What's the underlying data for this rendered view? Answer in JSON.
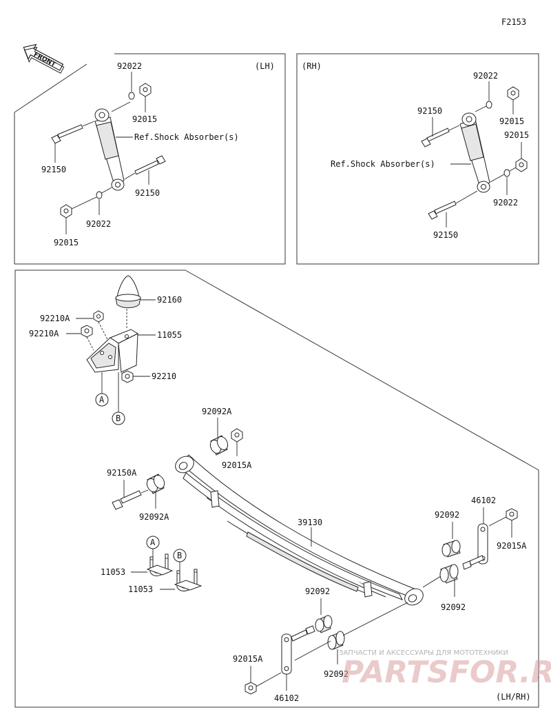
{
  "figure_code": "F2153",
  "front_arrow": {
    "label": "FRONT"
  },
  "panels": {
    "lh": {
      "tag": "(LH)",
      "ref_label": "Ref.Shock Absorber(s)",
      "parts": {
        "washer_top": "92022",
        "nut_top": "92015",
        "bolt_top": "92150",
        "bolt_bottom": "92150",
        "washer_bottom": "92022",
        "nut_bottom": "92015"
      }
    },
    "rh": {
      "tag": "(RH)",
      "ref_label": "Ref.Shock Absorber(s)",
      "parts": {
        "washer_top": "92022",
        "bolt_top": "92150",
        "nut_top": "92015",
        "nut_bottom": "92015",
        "washer_bottom": "92022",
        "bolt_bottom": "92150"
      }
    },
    "spring": {
      "tag": "(LH/RH)",
      "parts": {
        "bump_stop": "92160",
        "nut_a_top": "92210A",
        "nut_a_bottom": "92210A",
        "bracket": "11055",
        "nut_b": "92210",
        "callout_a": "A",
        "callout_b": "B",
        "bushing_a_top": "92092A",
        "nut_15a_top": "92015A",
        "bolt_150a": "92150A",
        "bushing_a_left": "92092A",
        "leaf_spring": "39130",
        "shackle_right": "46102",
        "bushing_right_top": "92092",
        "nut_15a_right": "92015A",
        "bushing_right_bottom": "92092",
        "ubolt_a": "11053",
        "ubolt_b": "11053",
        "callout_a_ubolt": "A",
        "callout_b_ubolt": "B",
        "bushing_mid": "92092",
        "bushing_low": "92092",
        "nut_15a_bottom": "92015A",
        "shackle_bottom": "46102"
      }
    }
  },
  "watermark": {
    "small": "ЗАПЧАСТИ И АКСЕССУАРЫ ДЛЯ МОТОТЕХНИКИ",
    "big": "PARTSFOR.RU"
  }
}
